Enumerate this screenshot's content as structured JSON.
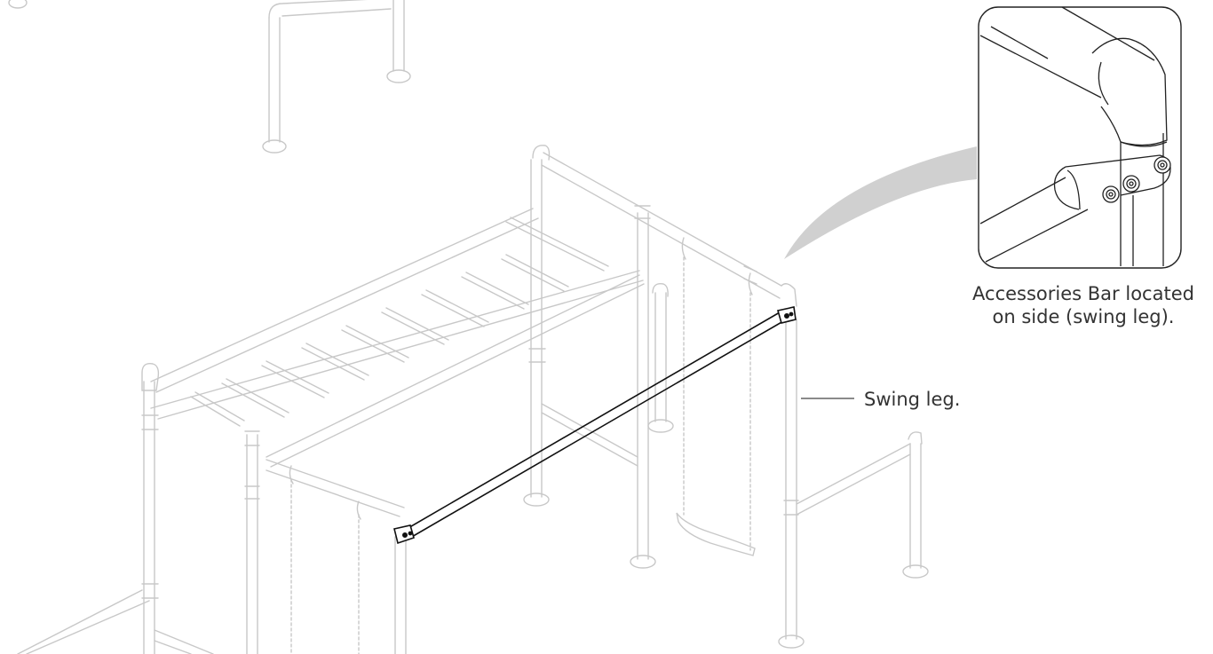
{
  "diagram": {
    "annotations": {
      "detail_caption_line1": "Accessories Bar located",
      "detail_caption_line2": "on side (swing leg).",
      "swing_leg": "Swing leg."
    },
    "colors": {
      "frame_stroke": "#c8c8c8",
      "highlight_stroke": "#111111",
      "callout_fill": "#d0d0d0",
      "leader_line": "#444444"
    }
  }
}
